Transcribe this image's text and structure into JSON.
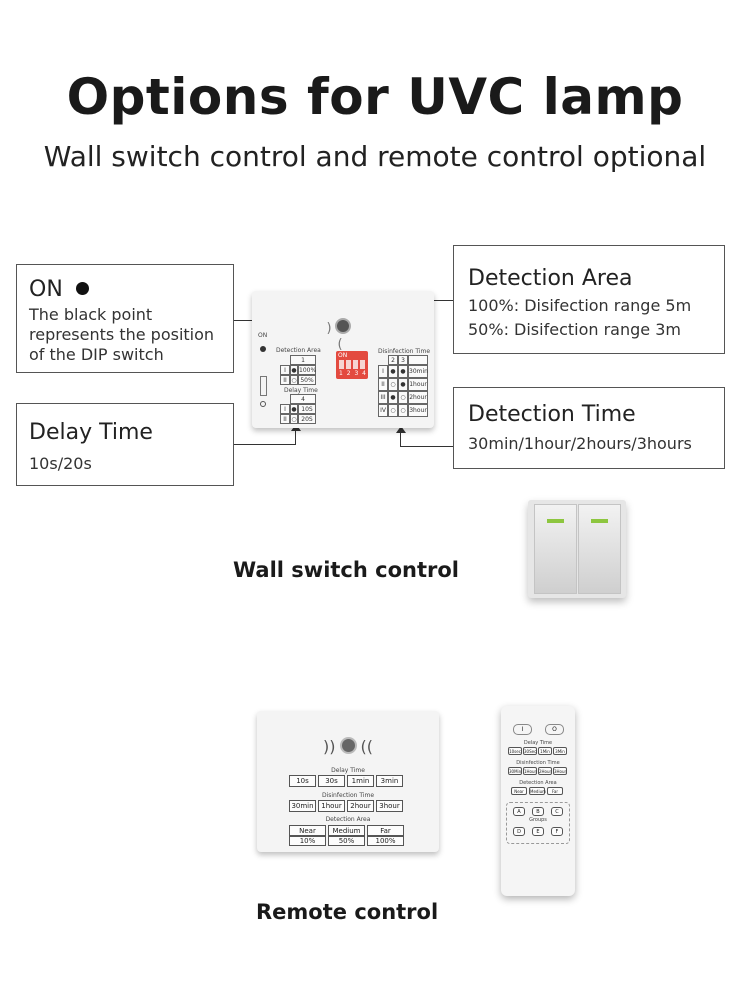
{
  "title": "Options for UVC lamp",
  "subtitle": "Wall switch control and remote control optional",
  "callouts": {
    "on": {
      "head": "ON",
      "body_lines": [
        "The black point",
        "represents the position",
        "of the DIP switch"
      ]
    },
    "delay": {
      "head": "Delay Time",
      "body": "10s/20s"
    },
    "area": {
      "head": "Detection Area",
      "line1": "100%: Disifection range 5m",
      "line2": "50%: Disifection range 3m"
    },
    "time": {
      "head": "Detection Time",
      "body": "30min/1hour/2hours/3hours"
    }
  },
  "dip_panel": {
    "on_label": "ON",
    "detection_area_title": "Detection Area",
    "detection_area_header": "1",
    "detection_area_rows": [
      [
        "I",
        "100%"
      ],
      [
        "II",
        "50%"
      ]
    ],
    "delay_title": "Delay Time",
    "delay_header": "4",
    "delay_rows": [
      [
        "I",
        "10S"
      ],
      [
        "II",
        "20S"
      ]
    ],
    "dip_on": "ON",
    "dip_numbers": "1 2 3 4",
    "disinfection_title": "Disinfection Time",
    "disinfection_header": [
      "2",
      "3"
    ],
    "disinfection_rows": [
      [
        "I",
        "30min"
      ],
      [
        "II",
        "1hour"
      ],
      [
        "III",
        "2hour"
      ],
      [
        "IV",
        "3hour"
      ]
    ]
  },
  "wall_switch_label": "Wall switch control",
  "remote_label": "Remote control",
  "remote_panel": {
    "delay_title": "Delay Time",
    "delay_options": [
      "10s",
      "30s",
      "1min",
      "3min"
    ],
    "disinfection_title": "Disinfection Time",
    "disinfection_options": [
      "30min",
      "1hour",
      "2hour",
      "3hour"
    ],
    "area_title": "Detection Area",
    "area_options": [
      [
        "Near",
        "10%"
      ],
      [
        "Medium",
        "50%"
      ],
      [
        "Far",
        "100%"
      ]
    ]
  },
  "handheld": {
    "power_on": "I",
    "power_off": "O",
    "delay_title": "Delay Time",
    "delay_options": [
      "10sec",
      "30Sec",
      "1Min",
      "3Min"
    ],
    "disinfection_title": "Disinfection Time",
    "disinfection_options": [
      "30Min",
      "1Hour",
      "2Hour",
      "3Hour"
    ],
    "area_title": "Detection Area",
    "area_options": [
      "Near",
      "Medium",
      "Far"
    ],
    "groups_title": "Groups",
    "groups_row1": [
      "A",
      "B",
      "C"
    ],
    "groups_row2": [
      "D",
      "E",
      "F"
    ]
  },
  "colors": {
    "dip_switch": "#e34a3f",
    "switch_led": "#8dc63f",
    "panel": "#f4f4f4"
  }
}
